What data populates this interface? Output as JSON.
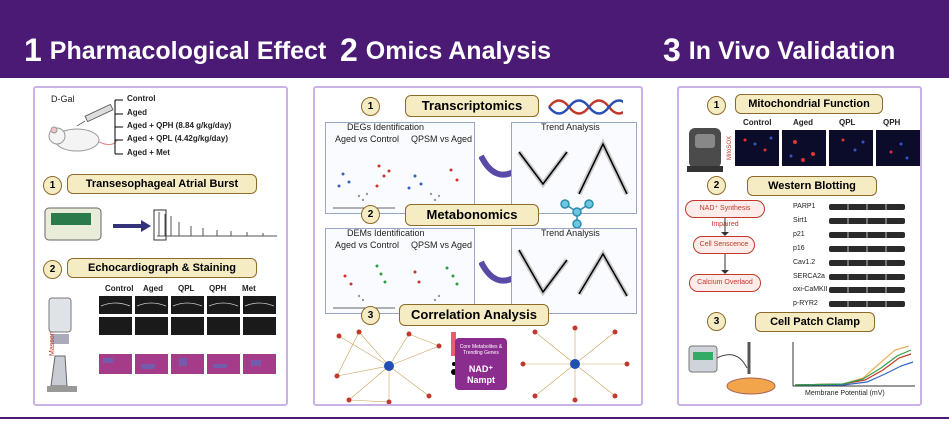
{
  "header": {
    "s1_num": "1",
    "s1_title": "Pharmacological Effect",
    "s2_num": "2",
    "s2_title": "Omics Analysis",
    "s3_num": "3",
    "s3_title": "In Vivo Validation"
  },
  "panel1": {
    "dgal": "D-Gal",
    "groups": [
      "Control",
      "Aged",
      "Aged + QPH (8.84 g/kg/day)",
      "Aged + QPL (4.42g/kg/day)",
      "Aged + Met"
    ],
    "step1_num": "1",
    "step1_title": "Transesophageal Atrial Burst",
    "step2_num": "2",
    "step2_title": "Echocardiograph & Staining",
    "echo_cols": [
      "Control",
      "Aged",
      "QPL",
      "QPH",
      "Met"
    ],
    "masson": "Masson"
  },
  "panel2": {
    "s1_num": "1",
    "s1_title": "Transcriptomics",
    "degs": "DEGs Identification",
    "aged_vs_control": "Aged vs Control",
    "qpsm_vs_aged": "QPSM vs Aged",
    "trend1": "Trend Analysis",
    "s2_num": "2",
    "s2_title": "Metabonomics",
    "dems": "DEMs Identification",
    "aged_vs_control2": "Aged vs Control",
    "qpsm_vs_aged2": "QPSM vs Aged",
    "trend2": "Trend Analysis",
    "s3_num": "3",
    "s3_title": "Correlation Analysis",
    "core_box": "Core Metabolites & Trending Genes",
    "nad": "NAD⁺",
    "nampt": "Nampt"
  },
  "panel3": {
    "s1_num": "1",
    "s1_title": "Mitochondrial Function",
    "mito_cols": [
      "Control",
      "Aged",
      "QPL",
      "QPH"
    ],
    "mitosox": "MitoSOX",
    "s2_num": "2",
    "s2_title": "Western Blotting",
    "flow": [
      "NAD⁺ Synthesis Impaired",
      "Cell Senscence",
      "Calcium Overlaod"
    ],
    "blots": [
      "PARP1",
      "Sirt1",
      "p21",
      "p16",
      "Cav1.2",
      "SERCA2a",
      "oxi-CaMKII",
      "p-RYR2"
    ],
    "s3_num": "3",
    "s3_title": "Cell Patch Clamp",
    "xaxis": "Membrane Potential (mV)"
  },
  "colors": {
    "header": "#4a1a74",
    "panel_border": "#c9b2e6",
    "bar_fill": "#f6ecc4",
    "accent_red": "#c0392b"
  }
}
